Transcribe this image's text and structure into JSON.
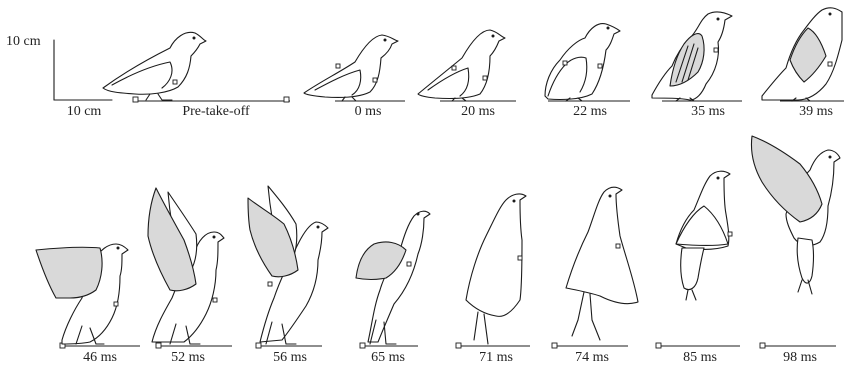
{
  "scale_bar": {
    "vertical_label": "10 cm",
    "horizontal_label": "10 cm"
  },
  "frames_top": [
    {
      "id": "pre",
      "label": "Pre-take-off"
    },
    {
      "id": "f0",
      "label": "0 ms"
    },
    {
      "id": "f20",
      "label": "20 ms"
    },
    {
      "id": "f22",
      "label": "22 ms"
    },
    {
      "id": "f35",
      "label": "35 ms"
    },
    {
      "id": "f39",
      "label": "39 ms"
    }
  ],
  "frames_bottom": [
    {
      "id": "f46",
      "label": "46 ms"
    },
    {
      "id": "f52",
      "label": "52 ms"
    },
    {
      "id": "f56",
      "label": "56 ms"
    },
    {
      "id": "f65",
      "label": "65 ms"
    },
    {
      "id": "f71",
      "label": "71 ms"
    },
    {
      "id": "f74",
      "label": "74 ms"
    },
    {
      "id": "f85",
      "label": "85 ms"
    },
    {
      "id": "f98",
      "label": "98 ms"
    }
  ],
  "colors": {
    "outline": "#1c1c1c",
    "wing_fill": "#d9d9d9",
    "background": "#ffffff"
  }
}
